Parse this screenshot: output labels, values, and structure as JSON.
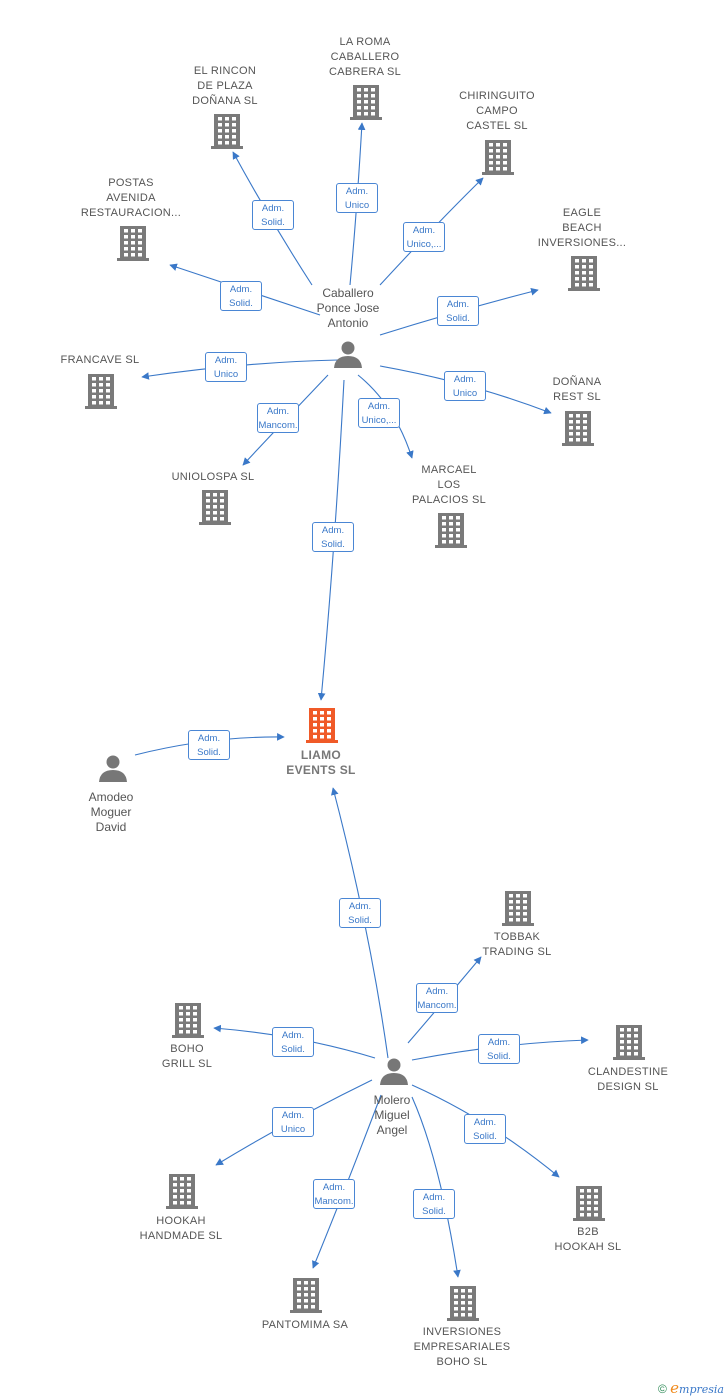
{
  "colors": {
    "edge": "#3a78c8",
    "building": "#7a7a7a",
    "focus": "#f05a28",
    "person": "#777777"
  },
  "nodes": [
    {
      "id": "caballero",
      "type": "person",
      "label": "Caballero\nPonce Jose\nAntonio"
    },
    {
      "id": "molero",
      "type": "person",
      "label": "Molero\nMiguel\nAngel"
    },
    {
      "id": "amodeo",
      "type": "person",
      "label": "Amodeo\nMoguer\nDavid"
    },
    {
      "id": "liamo",
      "type": "focus",
      "label": "LIAMO\nEVENTS  SL"
    },
    {
      "id": "laroma",
      "type": "company",
      "label": "LA ROMA\nCABALLERO\nCABRERA  SL"
    },
    {
      "id": "elrincon",
      "type": "company",
      "label": "EL RINCON\nDE PLAZA\nDOÑANA  SL"
    },
    {
      "id": "chiringuito",
      "type": "company",
      "label": "CHIRINGUITO\nCAMPO\nCASTEL  SL"
    },
    {
      "id": "postas",
      "type": "company",
      "label": "POSTAS\nAVENIDA\nRESTAURACION..."
    },
    {
      "id": "eagle",
      "type": "company",
      "label": "EAGLE\nBEACH\nINVERSIONES..."
    },
    {
      "id": "francave",
      "type": "company",
      "label": "FRANCAVE  SL"
    },
    {
      "id": "donanarest",
      "type": "company",
      "label": "DOÑANA\nREST  SL"
    },
    {
      "id": "uniolospa",
      "type": "company",
      "label": "UNIOLOSPA  SL"
    },
    {
      "id": "marcael",
      "type": "company",
      "label": "MARCAEL\nLOS\nPALACIOS  SL"
    },
    {
      "id": "tobbak",
      "type": "company",
      "label": "TOBBAK\nTRADING  SL"
    },
    {
      "id": "boho",
      "type": "company",
      "label": "BOHO\nGRILL  SL"
    },
    {
      "id": "clandestine",
      "type": "company",
      "label": "CLANDESTINE\nDESIGN  SL"
    },
    {
      "id": "hookah",
      "type": "company",
      "label": "HOOKAH\nHANDMADE  SL"
    },
    {
      "id": "b2b",
      "type": "company",
      "label": "B2B\nHOOKAH  SL"
    },
    {
      "id": "pantomima",
      "type": "company",
      "label": "PANTOMIMA SA"
    },
    {
      "id": "inversiones",
      "type": "company",
      "label": "INVERSIONES\nEMPRESARIALES\nBOHO  SL"
    }
  ],
  "edges": [
    {
      "from": "caballero",
      "to": "laroma",
      "label": "Adm.\nUnico"
    },
    {
      "from": "caballero",
      "to": "elrincon",
      "label": "Adm.\nSolid."
    },
    {
      "from": "caballero",
      "to": "chiringuito",
      "label": "Adm.\nUnico,..."
    },
    {
      "from": "caballero",
      "to": "postas",
      "label": "Adm.\nSolid."
    },
    {
      "from": "caballero",
      "to": "eagle",
      "label": "Adm.\nSolid."
    },
    {
      "from": "caballero",
      "to": "francave",
      "label": "Adm.\nUnico"
    },
    {
      "from": "caballero",
      "to": "donanarest",
      "label": "Adm.\nUnico"
    },
    {
      "from": "caballero",
      "to": "uniolospa",
      "label": "Adm.\nMancom."
    },
    {
      "from": "caballero",
      "to": "marcael",
      "label": "Adm.\nUnico,..."
    },
    {
      "from": "caballero",
      "to": "liamo",
      "label": "Adm.\nSolid."
    },
    {
      "from": "amodeo",
      "to": "liamo",
      "label": "Adm.\nSolid."
    },
    {
      "from": "molero",
      "to": "liamo",
      "label": "Adm.\nSolid."
    },
    {
      "from": "molero",
      "to": "tobbak",
      "label": "Adm.\nMancom."
    },
    {
      "from": "molero",
      "to": "boho",
      "label": "Adm.\nSolid."
    },
    {
      "from": "molero",
      "to": "clandestine",
      "label": "Adm.\nSolid."
    },
    {
      "from": "molero",
      "to": "hookah",
      "label": "Adm.\nUnico"
    },
    {
      "from": "molero",
      "to": "b2b",
      "label": "Adm.\nSolid."
    },
    {
      "from": "molero",
      "to": "pantomima",
      "label": "Adm.\nMancom."
    },
    {
      "from": "molero",
      "to": "inversiones",
      "label": "Adm.\nSolid."
    }
  ],
  "footer": {
    "copyright": "©",
    "brand_initial": "e",
    "brand_rest": "mpresia"
  }
}
